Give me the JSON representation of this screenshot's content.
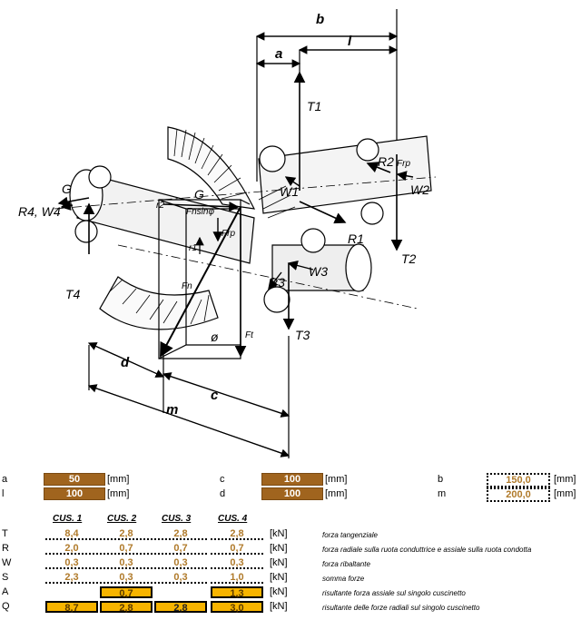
{
  "diagram": {
    "labels": {
      "a": "a",
      "b": "b",
      "l": "l",
      "c": "c",
      "d": "d",
      "m": "m",
      "T1": "T1",
      "T2": "T2",
      "T3": "T3",
      "T4": "T4",
      "R1": "R1",
      "R2": "R2",
      "R3": "R3",
      "R4W4": "R4, W4",
      "W1": "W1",
      "W2": "W2",
      "W3": "W3",
      "G_left": "G",
      "G_center": "G",
      "r1": "r1",
      "r2": "r2",
      "Fn": "Fn",
      "Ft": "Ft",
      "Frp": "Frp",
      "Frp_right": "Frp",
      "Fnsin": "Fnsinφ",
      "phi": "ø"
    }
  },
  "params": [
    {
      "name": "a",
      "value": "50",
      "unit": "[mm]",
      "style": "dark"
    },
    {
      "name": "l",
      "value": "100",
      "unit": "[mm]",
      "style": "dark"
    },
    {
      "name": "c",
      "value": "100",
      "unit": "[mm]",
      "style": "dark"
    },
    {
      "name": "d",
      "value": "100",
      "unit": "[mm]",
      "style": "dark"
    },
    {
      "name": "b",
      "value": "150,0",
      "unit": "[mm]",
      "style": "dotted"
    },
    {
      "name": "m",
      "value": "200,0",
      "unit": "[mm]",
      "style": "dotted"
    }
  ],
  "table": {
    "columns": [
      "CUS. 1",
      "CUS. 2",
      "CUS. 3",
      "CUS. 4"
    ],
    "rows": [
      {
        "name": "T",
        "values": [
          "8,4",
          "2,8",
          "2,8",
          "2,8"
        ],
        "unit": "[kN]",
        "desc": "forza tangenziale"
      },
      {
        "name": "R",
        "values": [
          "2,0",
          "0,7",
          "0,7",
          "0,7"
        ],
        "unit": "[kN]",
        "desc": "forza radiale sulla ruota conduttrice e assiale sulla ruota condotta"
      },
      {
        "name": "W",
        "values": [
          "0,3",
          "0,3",
          "0,3",
          "0,3"
        ],
        "unit": "[kN]",
        "desc": "forza ribaltante"
      },
      {
        "name": "S",
        "values": [
          "2,3",
          "0,3",
          "0,3",
          "1,0"
        ],
        "unit": "[kN]",
        "desc": "somma forze"
      },
      {
        "name": "A",
        "values": [
          "",
          "0,7",
          "",
          "1,3"
        ],
        "unit": "[kN]",
        "desc": "risultante forza assiale sul singolo cuscinetto"
      },
      {
        "name": "Q",
        "values": [
          "8,7",
          "2,8",
          "2,8",
          "3,0"
        ],
        "unit": "[kN]",
        "desc": "risultante delle forze radiali sul singolo cuscinetto"
      }
    ]
  }
}
